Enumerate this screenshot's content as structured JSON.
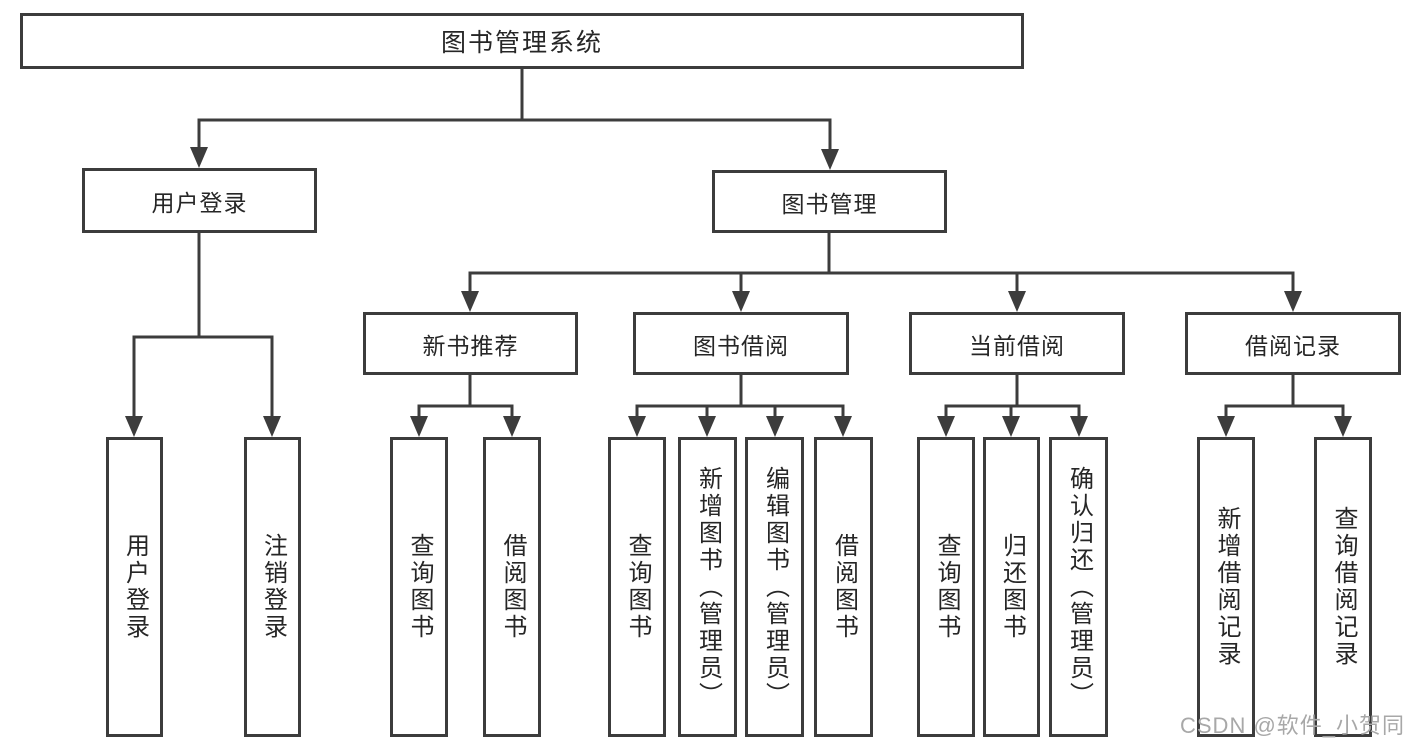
{
  "diagram": {
    "root": {
      "label": "图书管理系统"
    },
    "level2": [
      {
        "label": "用户登录"
      },
      {
        "label": "图书管理"
      }
    ],
    "level3": [
      {
        "label": "新书推荐"
      },
      {
        "label": "图书借阅"
      },
      {
        "label": "当前借阅"
      },
      {
        "label": "借阅记录"
      }
    ],
    "leaves": {
      "user_login": [
        {
          "label": "用户登录"
        },
        {
          "label": "注销登录"
        }
      ],
      "new_book_recommend": [
        {
          "label": "查询图书"
        },
        {
          "label": "借阅图书"
        }
      ],
      "book_borrow": [
        {
          "label": "查询图书"
        },
        {
          "label": "新增图书（管理员）"
        },
        {
          "label": "编辑图书（管理员）"
        },
        {
          "label": "借阅图书"
        }
      ],
      "current_borrow": [
        {
          "label": "查询图书"
        },
        {
          "label": "归还图书"
        },
        {
          "label": "确认归还（管理员）"
        }
      ],
      "borrow_records": [
        {
          "label": "新增借阅记录"
        },
        {
          "label": "查询借阅记录"
        }
      ]
    }
  },
  "watermark": {
    "text": "CSDN @软件_小贺同学"
  },
  "colors": {
    "line": "#3c3c3c",
    "text": "#262626",
    "watermark": "#a8a8a8",
    "background": "#ffffff"
  }
}
